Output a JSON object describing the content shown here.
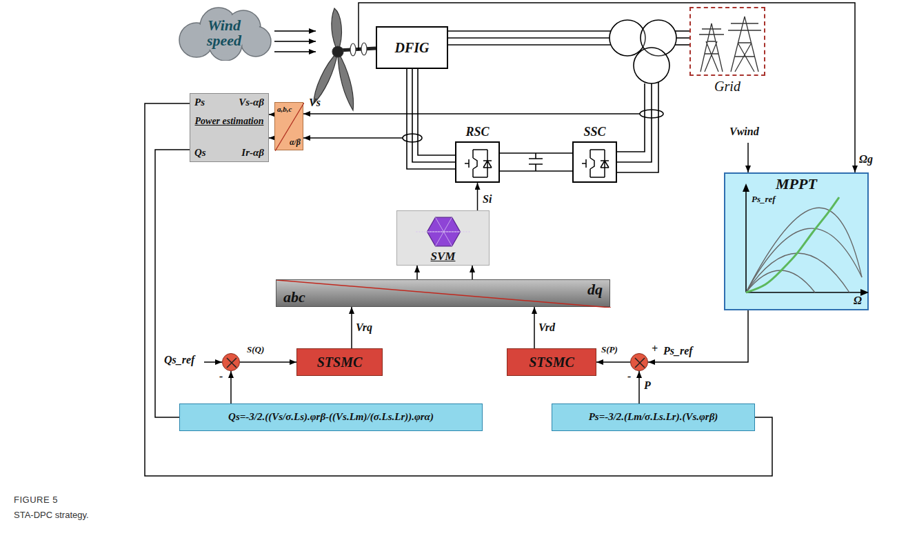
{
  "diagram": {
    "caption": "STA-DPC strategy.",
    "nodes": [
      {
        "text": [
          "Wind speed"
        ]
      },
      {
        "text": [
          "DFIG"
        ]
      },
      {
        "text": [
          "Grid"
        ]
      },
      {
        "text": [
          "Ps",
          "Vs-αβ",
          "Power estimation",
          "Qs",
          "Ir-αβ"
        ]
      },
      {
        "text": [
          "a,b,c",
          "α/β"
        ]
      },
      {
        "text": [
          "RSC"
        ]
      },
      {
        "text": [
          "SSC"
        ]
      },
      {
        "text": [
          "MPPT",
          "Ps_ref",
          "Ω"
        ]
      },
      {
        "text": [
          "SVM"
        ]
      },
      {
        "text": [
          "abc",
          "dq"
        ]
      },
      {
        "text": [
          "-"
        ]
      },
      {
        "text": [
          "STSMC"
        ]
      },
      {
        "text": [
          "STSMC"
        ]
      },
      {
        "text": [
          "+",
          "-"
        ]
      },
      {
        "text": [
          "Qs=-3/2.((Vs/σ.Ls).φrβ-((Vs.Lm)/(σ.Ls.Lr)).φrα)"
        ]
      },
      {
        "text": [
          "Ps=-3/2.(Lm/σ.Ls.Lr).(Vs.φrβ)"
        ]
      }
    ],
    "edges": [
      {
        "from": 4,
        "to": 3,
        "arrow": "to"
      },
      {
        "from": 4,
        "to": 3,
        "arrow": "to"
      },
      {
        "from": 9,
        "to": 8,
        "arrow": "to"
      },
      {
        "from": 9,
        "to": 8,
        "arrow": "to"
      },
      {
        "from": 8,
        "to": 5,
        "arrow": "to",
        "label": "Si"
      },
      {
        "from": 5,
        "to": 6,
        "arrow": "none"
      },
      {
        "from": 11,
        "to": 9,
        "arrow": "to",
        "label": "Vrq"
      },
      {
        "from": 12,
        "to": 9,
        "arrow": "to",
        "label": "Vrd"
      },
      {
        "from": 10,
        "to": 11,
        "arrow": "to",
        "label": "S(Q)"
      },
      {
        "from": 13,
        "to": 12,
        "arrow": "to",
        "label": "S(P)"
      },
      {
        "from": 7,
        "to": 13,
        "arrow": "to",
        "label": "Ps_ref"
      },
      {
        "from": 15,
        "to": 13,
        "arrow": "to",
        "label": "P"
      },
      {
        "from": 14,
        "to": 10,
        "arrow": "to"
      },
      {
        "from": 3,
        "to": 14,
        "arrow": "none"
      },
      {
        "from": 3,
        "to": 15,
        "arrow": "none"
      }
    ],
    "labels": [
      "Vs",
      "Vwind",
      "Ωg",
      "Qs_ref",
      "FIGURE 5"
    ]
  }
}
